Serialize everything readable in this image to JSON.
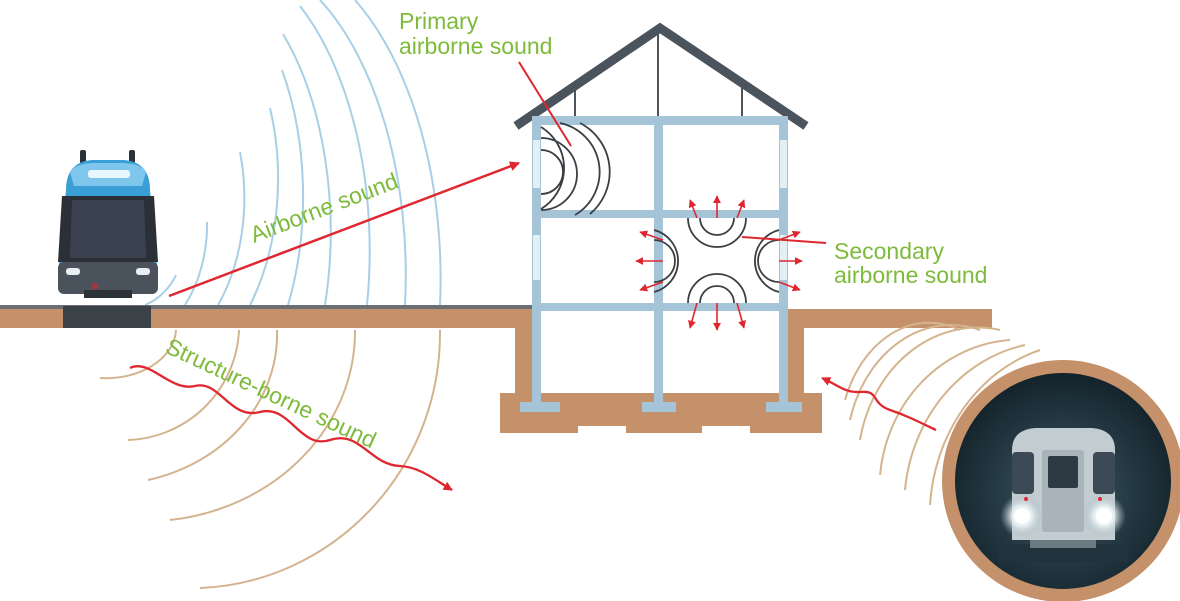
{
  "labels": {
    "primary_line1": "Primary",
    "primary_line2": "airborne sound",
    "airborne": "Airborne sound",
    "secondary_line1": "Secondary",
    "secondary_line2": "airborne sound",
    "structure": "Structure-borne sound"
  },
  "colors": {
    "label_green": "#7dbb3a",
    "arrow_red": "#e0262f",
    "ground_brown": "#c4916a",
    "wave_blue": "#a9cfe6",
    "wave_tan": "#d4b48e",
    "frame_blue": "#a6c4d8",
    "roof_dark": "#4b545c",
    "train_blue": "#3a9fd6",
    "tunnel_dark": "#17272f"
  },
  "icons": {
    "surface_train": "train-icon",
    "subway_train": "subway-train-icon",
    "house": "house-icon",
    "tunnel": "tunnel-icon"
  }
}
